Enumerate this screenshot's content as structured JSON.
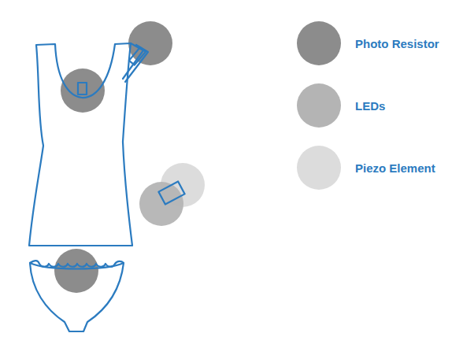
{
  "diagram": {
    "legend": [
      {
        "text": "Photo Resistor",
        "color": "#8c8c8c"
      },
      {
        "text": "LEDs",
        "color": "#b4b4b4"
      },
      {
        "text": "Piezo Element",
        "color": "#dcdcdc"
      }
    ]
  }
}
